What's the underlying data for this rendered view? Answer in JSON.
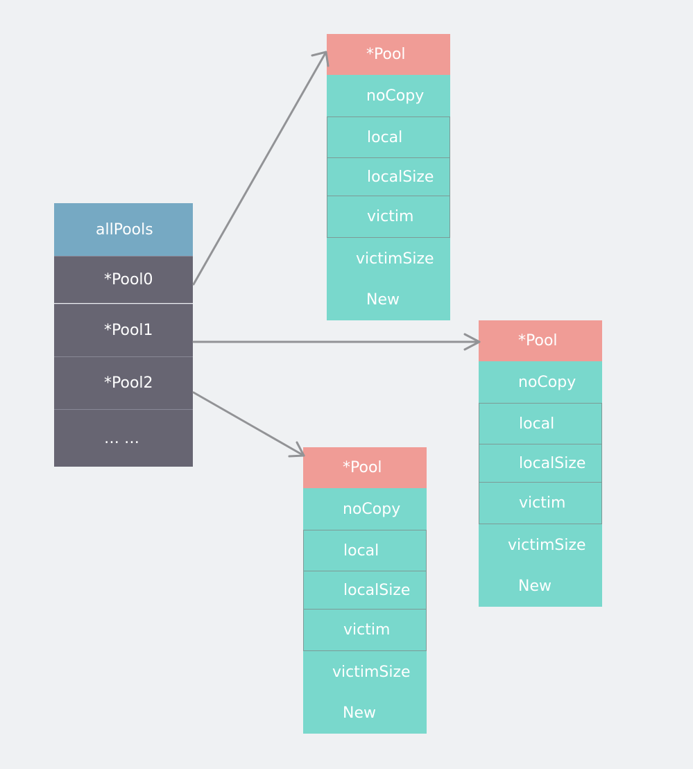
{
  "all_pools": {
    "header": "allPools",
    "rows": [
      "*Pool0",
      "*Pool1",
      "*Pool2",
      "… …"
    ]
  },
  "pools": [
    {
      "title": "*Pool",
      "fields": [
        "noCopy",
        "local",
        "localSize",
        "victim",
        "victimSize",
        "New"
      ]
    },
    {
      "title": "*Pool",
      "fields": [
        "noCopy",
        "local",
        "localSize",
        "victim",
        "victimSize",
        "New"
      ]
    },
    {
      "title": "*Pool",
      "fields": [
        "noCopy",
        "local",
        "localSize",
        "victim",
        "victimSize",
        "New"
      ]
    }
  ],
  "colors": {
    "background": "#eff1f3",
    "all_pools_header": "#76a9c3",
    "all_pools_row": "#676572",
    "pool_header": "#f09c96",
    "pool_field": "#79d8cc",
    "arrow": "#929396"
  }
}
